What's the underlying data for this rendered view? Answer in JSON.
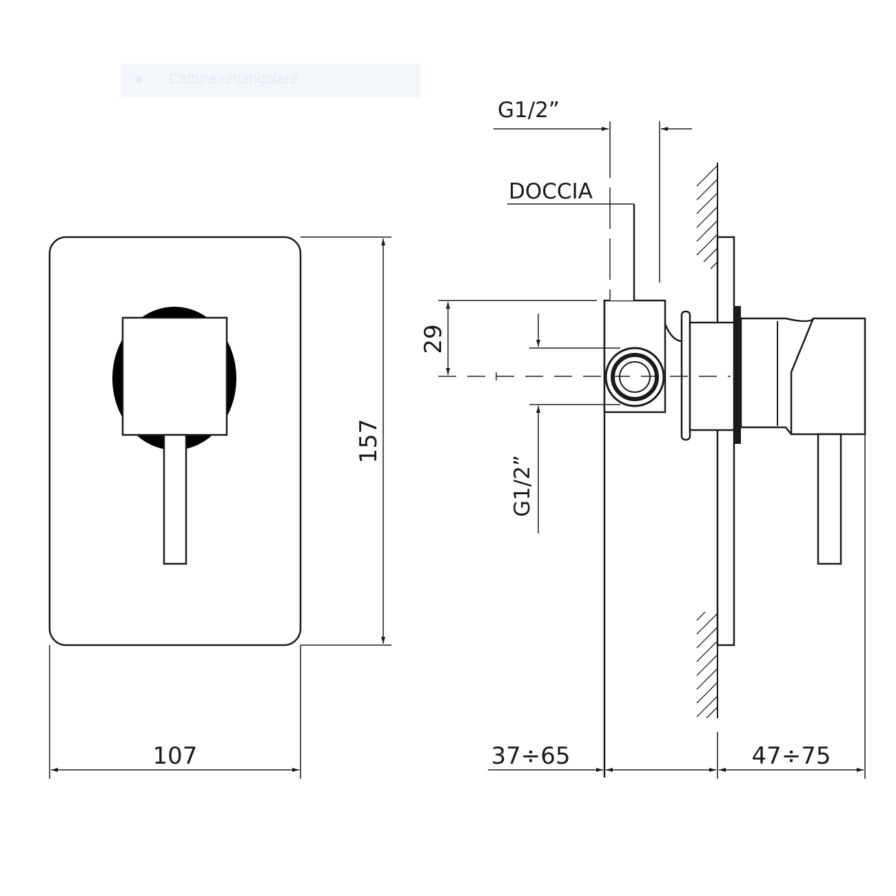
{
  "capture_toolbar": {
    "label": "Cattura rettangolare"
  },
  "front_view": {
    "width_label": "107",
    "height_label": "157"
  },
  "side_view": {
    "top_connection_label": "G1/2”",
    "outlet_label": "DOCCIA",
    "offset_label": "29",
    "inlet_label": "G1/2”",
    "embed_depth_label": "37÷65",
    "projection_label": "47÷75"
  }
}
